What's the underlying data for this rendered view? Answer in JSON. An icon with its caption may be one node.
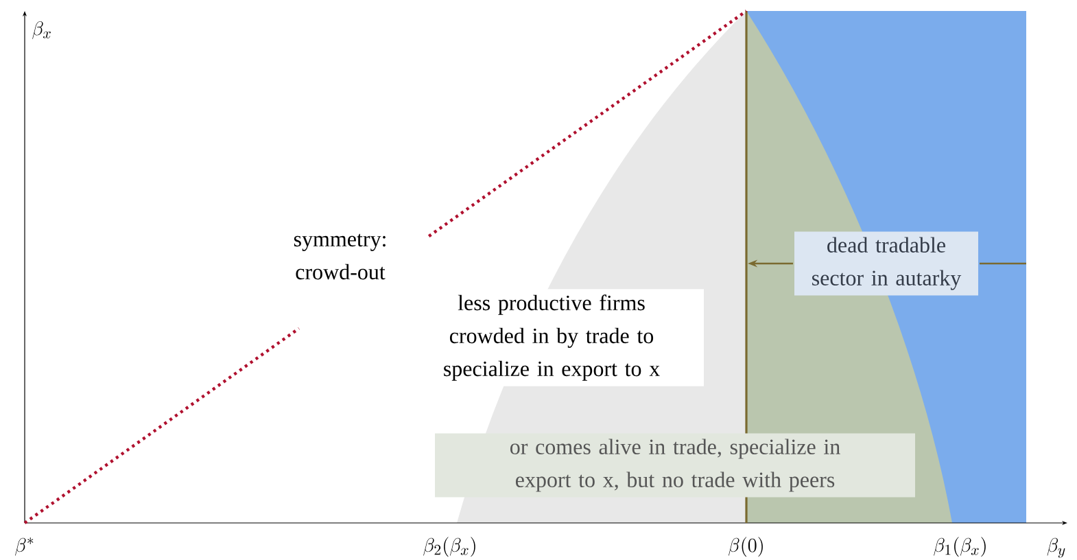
{
  "diagram": {
    "nodes": [
      {
        "text": [
          "symmetry: crowd-out"
        ]
      },
      {
        "text": [
          "less productive firms crowded in by trade to specialize in export to x"
        ]
      },
      {
        "text": [
          "or comes alive in trade, specialize in export to x, but no trade with peers"
        ]
      },
      {
        "text": [
          "dead tradable sector in autarky"
        ]
      }
    ],
    "labels": [
      "\\beta_x",
      "\\beta^*",
      "\\beta_2(\\beta_x)",
      "\\beta(0)",
      "\\beta_1(\\beta_x)",
      "\\beta_y"
    ]
  }
}
